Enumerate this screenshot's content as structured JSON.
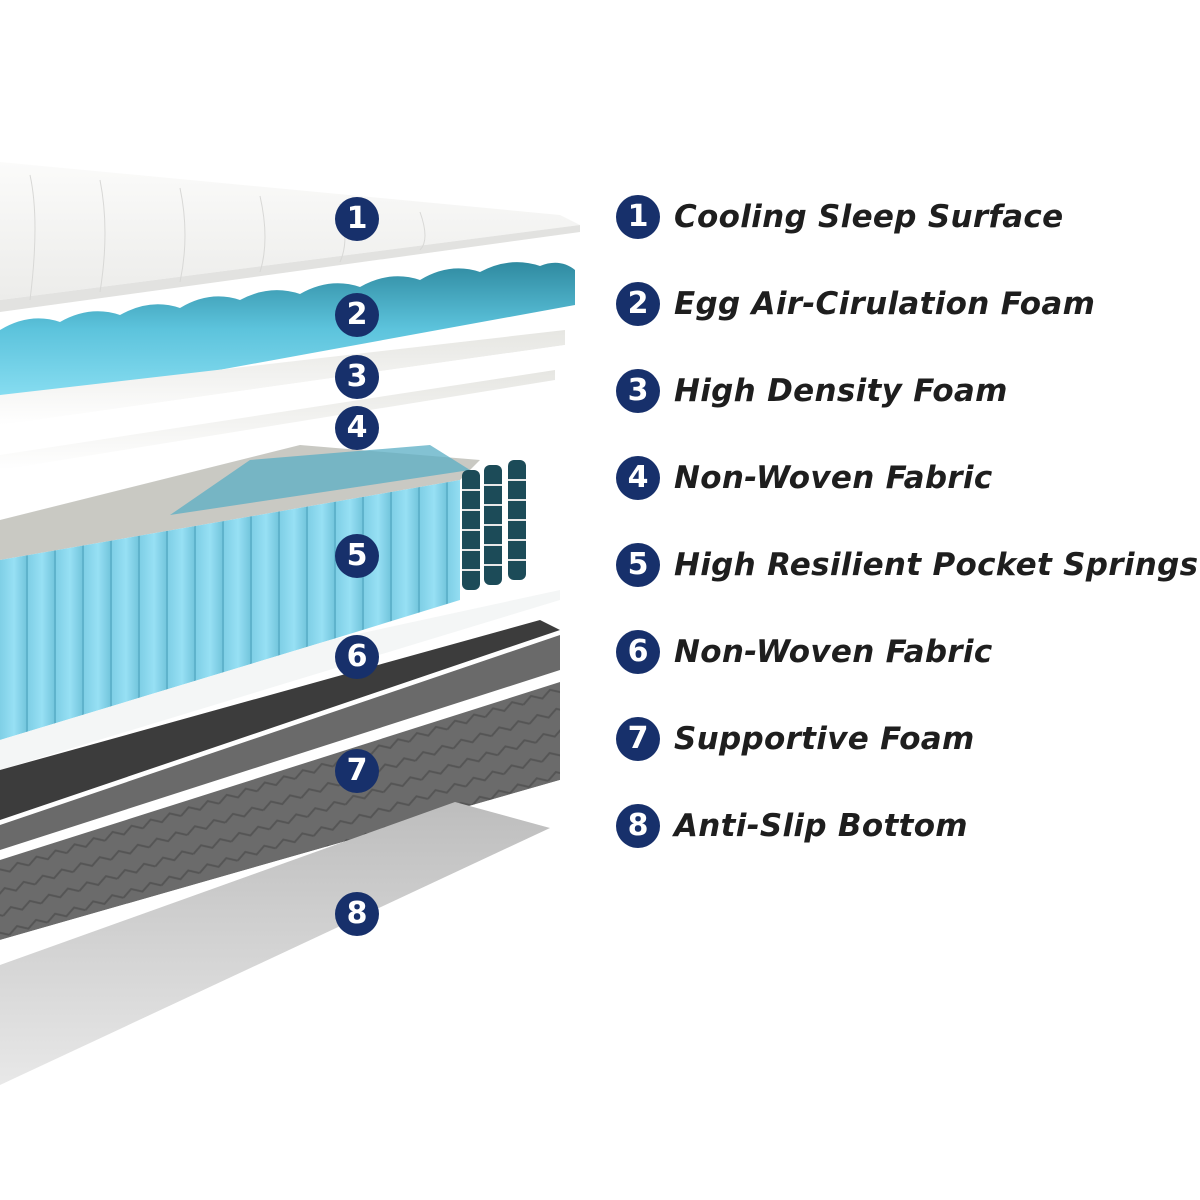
{
  "colors": {
    "badge": "#17306b",
    "badge_text": "#ffffff",
    "label_text": "#1e1e1e",
    "cover": "#f4f4f2",
    "egg_foam": "#7fd8ee",
    "egg_foam_dark": "#3a93a8",
    "spring_blue": "#8ad8f0",
    "spring_top": "#5aaec4",
    "spring_grey": "#c9c9c3",
    "support_foam": "#6a6a6a",
    "support_foam_dark": "#3c3c3c",
    "bottom": "#c8c8c8"
  },
  "layers": [
    {
      "number": "1",
      "label": "Cooling Sleep Surface"
    },
    {
      "number": "2",
      "label": "Egg Air-Cirulation Foam"
    },
    {
      "number": "3",
      "label": "High Density Foam"
    },
    {
      "number": "4",
      "label": "Non-Woven Fabric"
    },
    {
      "number": "5",
      "label": "High Resilient Pocket Springs"
    },
    {
      "number": "6",
      "label": "Non-Woven Fabric"
    },
    {
      "number": "7",
      "label": "Supportive Foam"
    },
    {
      "number": "8",
      "label": "Anti-Slip Bottom"
    }
  ]
}
